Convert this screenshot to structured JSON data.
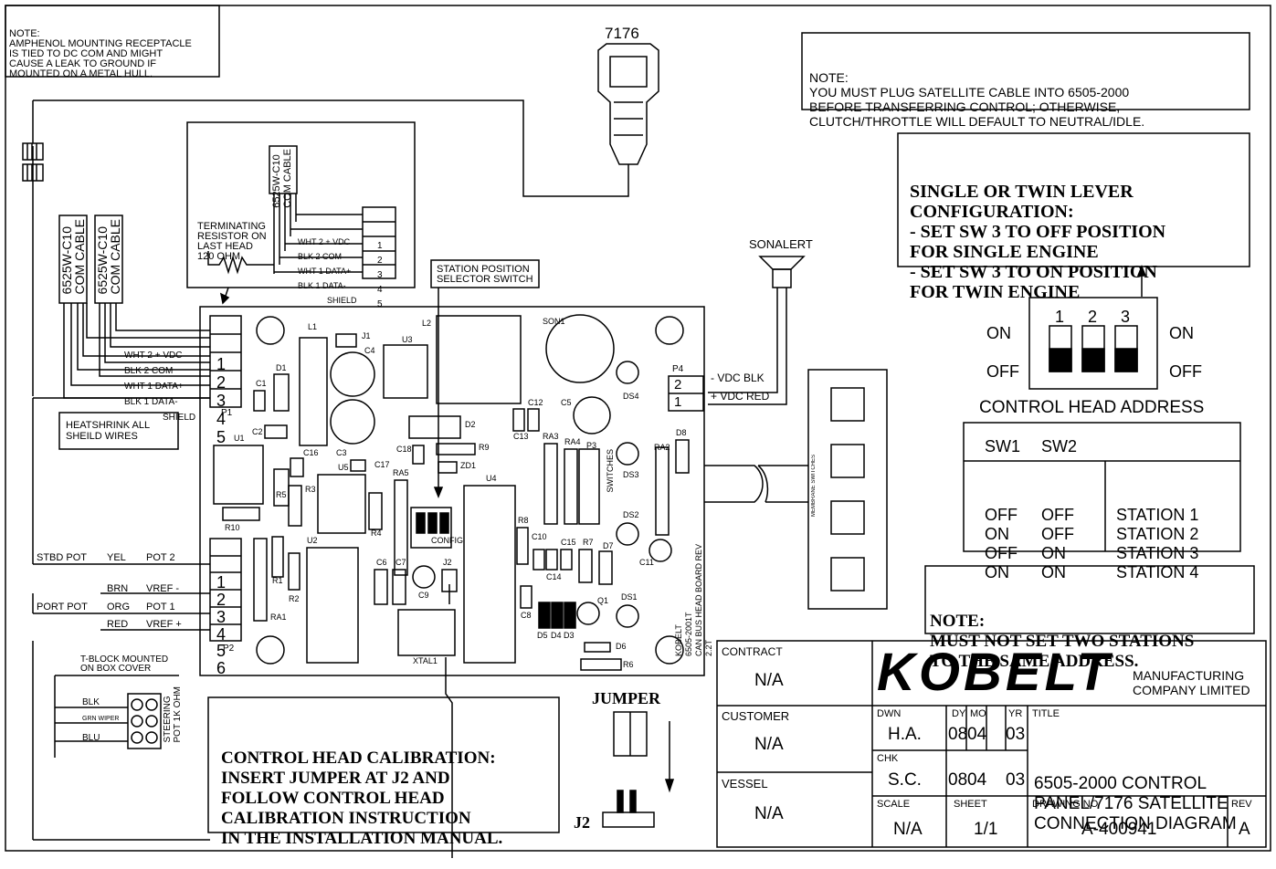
{
  "notes": {
    "amphenol": [
      "NOTE:",
      "AMPHENOL MOUNTING RECEPTACLE",
      "IS TIED TO DC COM AND MIGHT",
      "CAUSE A LEAK TO GROUND IF",
      "MOUNTED ON A METAL HULL."
    ],
    "satellite": [
      "NOTE:",
      "YOU MUST PLUG SATELLITE CABLE INTO 6505-2000",
      "BEFORE TRANSFERRING CONTROL; OTHERWISE,",
      "CLUTCH/THROTTLE WILL DEFAULT TO NEUTRAL/IDLE."
    ],
    "lever": [
      "SINGLE OR TWIN LEVER",
      "CONFIGURATION:",
      "- SET SW 3 TO OFF POSITION",
      "FOR SINGLE ENGINE",
      "- SET SW 3 TO ON POSITION",
      "FOR TWIN ENGINE"
    ],
    "address": [
      "NOTE:",
      "MUST NOT SET TWO STATIONS",
      "TO THE SAME ADDRESS."
    ],
    "heatshrink": [
      "HEATSHRINK ALL",
      "SHEILD WIRES"
    ],
    "terminating": [
      "TERMINATING",
      "RESISTOR ON",
      "LAST HEAD",
      "120 OHM"
    ],
    "station_switch": [
      "STATION POSITION",
      "SELECTOR SWITCH"
    ],
    "tblock": [
      "T-BLOCK MOUNTED",
      "ON BOX COVER"
    ],
    "calibration": [
      "CONTROL HEAD CALIBRATION:",
      "",
      "INSERT JUMPER AT J2 AND",
      "FOLLOW CONTROL HEAD",
      "CALIBRATION INSTRUCTION",
      "IN THE INSTALLATION MANUAL."
    ]
  },
  "labels": {
    "connector": "7176",
    "sonalert": "SONALERT",
    "cable": [
      "6525W-C10",
      "COM CABLE"
    ],
    "jumper": "JUMPER",
    "j2": "J2",
    "membrane": "MEMBRANE SWITCHES",
    "board_text": [
      "KOBELT",
      "6505-2001T",
      "CAN BUS HEAD BOARD REV",
      "2.2T"
    ],
    "switches": "SWITCHES",
    "config": "CONFIG"
  },
  "wires_top": [
    {
      "pin": "1",
      "label": "WHT 2 + VDC"
    },
    {
      "pin": "2",
      "label": "BLK 2 COM"
    },
    {
      "pin": "3",
      "label": "WHT 1 DATA+"
    },
    {
      "pin": "4",
      "label": "BLK 1 DATA-"
    },
    {
      "pin": "5",
      "label": "SHIELD"
    }
  ],
  "wires_p1": [
    {
      "pin": "1",
      "label": "WHT 2 + VDC"
    },
    {
      "pin": "2",
      "label": "BLK 2 COM"
    },
    {
      "pin": "3",
      "label": "WHT 1 DATA+"
    },
    {
      "pin": "4",
      "label": "BLK 1 DATA-"
    },
    {
      "pin": "5",
      "label": "SHIELD"
    }
  ],
  "p2": {
    "pins": [
      "1",
      "2",
      "3",
      "4",
      "5",
      "6"
    ],
    "stbd": "STBD POT",
    "port": "PORT POT",
    "colors": [
      "YEL",
      "BRN",
      "ORG",
      "RED"
    ],
    "signals": [
      "POT 2",
      "VREF -",
      "POT 1",
      "VREF +"
    ]
  },
  "p4": {
    "pins": [
      "2",
      "1"
    ],
    "labels": [
      "- VDC BLK",
      "+ VDC RED"
    ]
  },
  "tblock_wires": [
    "BLK",
    "GRN WIPER",
    "BLU"
  ],
  "steering_pot": [
    "STEERING",
    "POT 1K OHM"
  ],
  "components": [
    "L1",
    "J1",
    "L2",
    "SON1",
    "C4",
    "U3",
    "D1",
    "C1",
    "C2",
    "U1",
    "C16",
    "C3",
    "R5",
    "R3",
    "U5",
    "C17",
    "D2",
    "C18",
    "R9",
    "ZD1",
    "C12",
    "C13",
    "C5",
    "DS4",
    "RA3",
    "RA4",
    "P3",
    "RA2",
    "D8",
    "DS3",
    "RA5",
    "U4",
    "R10",
    "U2",
    "R4",
    "R1",
    "R2",
    "RA1",
    "C6",
    "C7",
    "C9",
    "J2",
    "XTAL1",
    "R8",
    "C10",
    "C15",
    "R7",
    "D7",
    "C14",
    "DS2",
    "C11",
    "C8",
    "Q1",
    "DS1",
    "D5",
    "D4",
    "D3",
    "D6",
    "R6",
    "P1",
    "P2",
    "P4"
  ],
  "dip": {
    "title": "CONTROL HEAD ADDRESS",
    "numbers": [
      "1",
      "2",
      "3"
    ],
    "on": "ON",
    "off": "OFF"
  },
  "station_table": {
    "headers": [
      "SW1",
      "SW2"
    ],
    "rows": [
      [
        "OFF",
        "OFF",
        "STATION 1"
      ],
      [
        "ON",
        "OFF",
        "STATION 2"
      ],
      [
        "OFF",
        "ON",
        "STATION 3"
      ],
      [
        "ON",
        "ON",
        "STATION 4"
      ]
    ]
  },
  "title_block": {
    "contract_label": "CONTRACT",
    "contract": "N/A",
    "customer_label": "CUSTOMER",
    "customer": "N/A",
    "vessel_label": "VESSEL",
    "vessel": "N/A",
    "logo": "KOBELT",
    "company": [
      "MANUFACTURING",
      "COMPANY LIMITED"
    ],
    "dwn_label": "DWN",
    "dwn": "H.A.",
    "chk_label": "CHK",
    "chk": "S.C.",
    "dy_label": "DY",
    "mo_label": "MO",
    "yr_label": "YR",
    "dwn_date": [
      "08",
      "04",
      "03"
    ],
    "chk_date": [
      "08",
      "04",
      "03"
    ],
    "title_label": "TITLE",
    "title": [
      "6505-2000 CONTROL",
      "PANEL/7176 SATELLITE",
      "CONNECTION DIAGRAM"
    ],
    "scale_label": "SCALE",
    "scale": "N/A",
    "sheet_label": "SHEET",
    "sheet": "1/1",
    "drawing_label": "DRAWING NO",
    "drawing": "A-400941",
    "rev_label": "REV",
    "rev": "A"
  }
}
